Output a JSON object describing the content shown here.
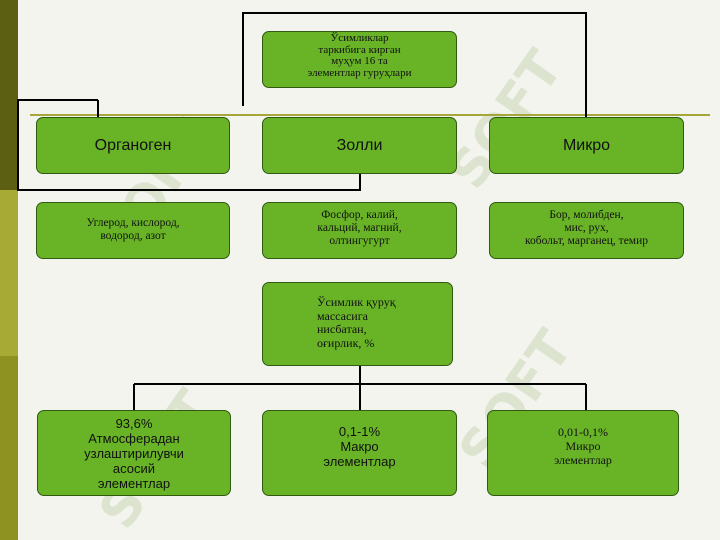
{
  "diagram": {
    "top": {
      "text": "Ўсимликлар\nтаркибига кирган\nмуҳум 16 та\nэлементлар гуруҳлари"
    },
    "groups": [
      {
        "label": "Органоген",
        "elements": "Углерод, кислород,\nводород, азот"
      },
      {
        "label": "Золли",
        "elements": "Фосфор, калий,\nкальций, магний,\nолтингугурт"
      },
      {
        "label": "Микро",
        "elements": "Бор, молибден,\nмис, рух,\nкобольт, марганец, темир"
      }
    ],
    "middle": {
      "text": "Ўсимлик қуруқ\nмассасига\nнисбатан,\nоғирлик, %"
    },
    "bottom": [
      {
        "text": "93,6%\nАтмосферадан\nузлаштирилувчи\nасосий\nэлементлар"
      },
      {
        "text": "0,1-1%\nМакро\nэлементлар"
      },
      {
        "text": "0,01-0,1%\nМикро\nэлементлар"
      }
    ]
  },
  "watermark": "SOFT",
  "colors": {
    "box_fill": "#69b426",
    "box_border": "#2f5a10",
    "connector": "#000000",
    "divider": "#a5a838",
    "background": "#f3f4ee"
  }
}
